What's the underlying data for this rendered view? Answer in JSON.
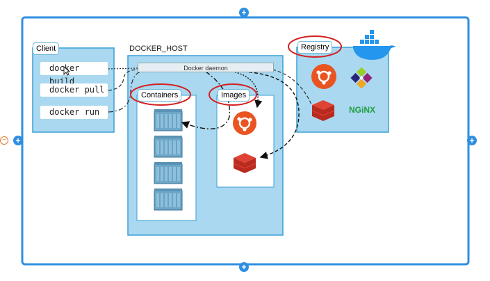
{
  "diagram": {
    "client": {
      "title": "Client",
      "commands": [
        "docker build",
        "docker pull",
        "docker run"
      ]
    },
    "host": {
      "title": "DOCKER_HOST",
      "daemon_label": "Docker daemon",
      "containers_label": "Containers",
      "images_label": "Images"
    },
    "registry": {
      "title": "Registry",
      "nginx_label": "NGiNX"
    }
  },
  "icons": [
    "docker-whale-icon",
    "ubuntu-icon",
    "centos-icon",
    "redis-icon",
    "nginx-logo",
    "container-icon"
  ],
  "colors": {
    "box_fill": "#a9d8f0",
    "box_stroke": "#3c9fd6",
    "frame": "#2f8fe0",
    "highlight": "#d42020",
    "ubuntu": "#e95420",
    "redis": "#d82c20",
    "nginx": "#1f9e3e"
  }
}
